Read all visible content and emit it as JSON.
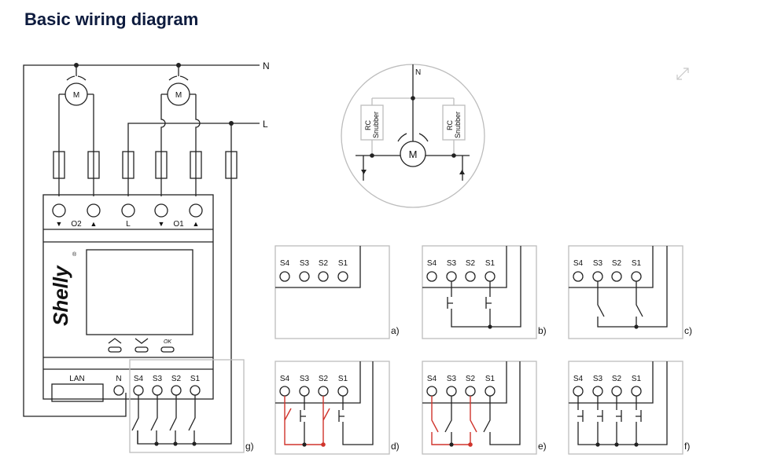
{
  "page": {
    "title": "Basic wiring diagram"
  },
  "main_diagram": {
    "neutral_label": "N",
    "live_label": "L",
    "motor_label": "M",
    "terminals_top": [
      "▼",
      "O2",
      "▲",
      "L",
      "▼",
      "O1",
      "▲"
    ],
    "brand": "Shelly",
    "brand_mark": "®",
    "button_ok": "OK",
    "lan_label": "LAN",
    "terminals_bottom": [
      "N",
      "S4",
      "S3",
      "S2",
      "S1"
    ],
    "variant": "g)"
  },
  "rc_diagram": {
    "neutral_label": "N",
    "snubber_label_1": "RC",
    "snubber_label_2": "Snubber",
    "motor_label": "M"
  },
  "switch_variants": {
    "inputs": [
      "S4",
      "S3",
      "S2",
      "S1"
    ],
    "labels": {
      "a": "a)",
      "b": "b)",
      "c": "c)",
      "d": "d)",
      "e": "e)",
      "f": "f)"
    }
  },
  "colors": {
    "line": "#222222",
    "box": "#bdbdbd",
    "red": "#d0342c",
    "title": "#0d1b3e"
  }
}
